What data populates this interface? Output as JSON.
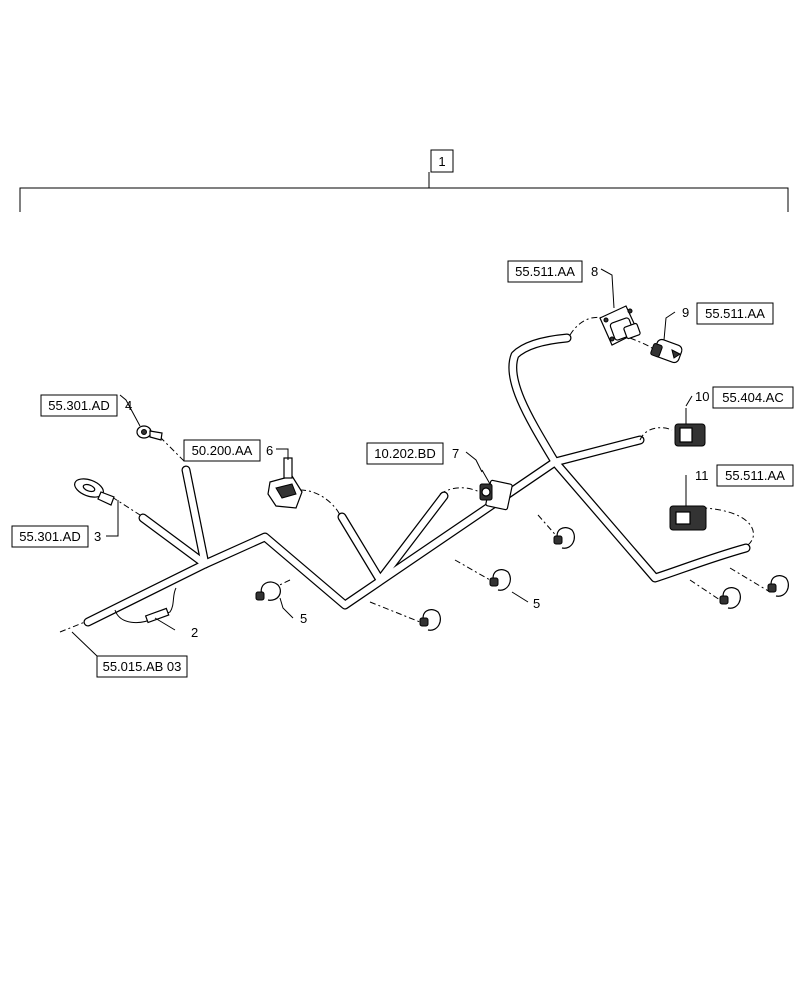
{
  "assembly": {
    "item_number": "1"
  },
  "callouts": {
    "item2": "2",
    "item3": "3",
    "item4": "4",
    "item5a": "5",
    "item5b": "5",
    "item6": "6",
    "item7": "7",
    "item8": "8",
    "item9": "9",
    "item10": "10",
    "item11": "11"
  },
  "references": {
    "ref_8": "55.511.AA",
    "ref_9": "55.511.AA",
    "ref_10": "55.404.AC",
    "ref_11": "55.511.AA",
    "ref_4": "55.301.AD",
    "ref_3": "55.301.AD",
    "ref_6": "50.200.AA",
    "ref_7": "10.202.BD",
    "ref_2": "55.015.AB 03"
  }
}
